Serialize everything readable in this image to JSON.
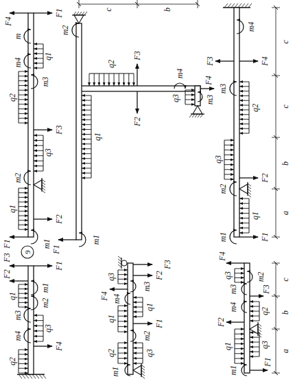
{
  "diagram": {
    "labels": [
      "F4",
      "m",
      "F1",
      "q1",
      "m4",
      "m3",
      "q2",
      "F3",
      "q3",
      "m2",
      "q1",
      "F2",
      "F1",
      "m1",
      "q2",
      "F4",
      "q3",
      "m4",
      "m3",
      "q1",
      "m2",
      "m1",
      "F2",
      "F1",
      "F3",
      "9",
      "c",
      "b",
      "m2",
      "q1",
      "m1",
      "F1",
      "q2",
      "F3",
      "F2",
      "m4",
      "q3",
      "F4",
      "m3",
      "m1",
      "q2",
      "q3",
      "m2",
      "q1",
      "F1",
      "q1",
      "m4",
      "F4",
      "q3",
      "m3",
      "F2",
      "F3",
      "m4",
      "F3",
      "F4",
      "m3",
      "q2",
      "q3",
      "F2",
      "m2",
      "q1",
      "m1",
      "F1",
      "a",
      "b",
      "c",
      "c",
      "m1",
      "F1",
      "q1",
      "q3",
      "F2",
      "q2",
      "m4",
      "m3",
      "q3",
      "F3",
      "F4",
      "m2",
      "a",
      "b",
      "c"
    ]
  }
}
